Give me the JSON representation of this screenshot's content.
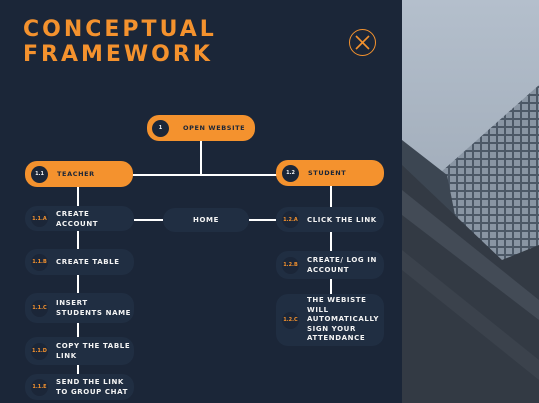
{
  "title": {
    "line1": "CONCEPTUAL",
    "line2": "FRAMEWORK"
  },
  "colors": {
    "accent": "#f4922e",
    "background": "#1b2638",
    "node_dark": "#202e42",
    "connector": "#ffffff"
  },
  "icons": {
    "close": "close-x-circle-icon"
  },
  "nodes": {
    "open_website": {
      "num": "1",
      "label": "OPEN WEBSITE"
    },
    "teacher": {
      "num": "1.1",
      "label": "TEACHER"
    },
    "student": {
      "num": "1.2",
      "label": "STUDENT"
    },
    "home": {
      "label": "HOME"
    },
    "create_account": {
      "num": "1.1.A",
      "label": "CREATE ACCOUNT"
    },
    "create_table": {
      "num": "1.1.B",
      "label": "CREATE TABLE"
    },
    "insert_students": {
      "num": "1.1.C",
      "label_line1": "INSERT",
      "label_line2": "STUDENTS NAME"
    },
    "copy_link": {
      "num": "1.1.D",
      "label_line1": "COPY THE TABLE",
      "label_line2": "LINK"
    },
    "send_link": {
      "num": "1.1.E",
      "label_line1": "SEND THE LINK",
      "label_line2": "TO GROUP CHAT"
    },
    "click_link": {
      "num": "1.2.A",
      "label": "CLICK THE LINK"
    },
    "create_login": {
      "num": "1.2.B",
      "label_line1": "CREATE/ LOG IN",
      "label_line2": "ACCOUNT"
    },
    "auto_sign": {
      "num": "1.2.C",
      "label_line1": "THE WEBISTE",
      "label_line2": "WILL",
      "label_line3": "AUTOMATICALLY",
      "label_line4": "SIGN YOUR",
      "label_line5": "ATTENDANCE"
    }
  }
}
